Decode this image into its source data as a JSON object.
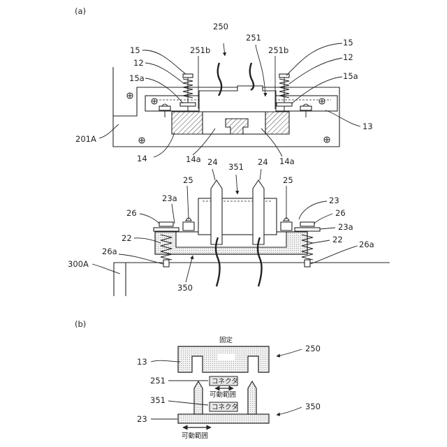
{
  "panels": {
    "a": "(a)",
    "b": "(b)"
  },
  "labels_a_top": {
    "l250": "250",
    "l251": "251",
    "l15_left": "15",
    "l15_right": "15",
    "l12_left": "12",
    "l12_right": "12",
    "l15a_left": "15a",
    "l15a_right": "15a",
    "l251b_left": "251b",
    "l251b_right": "251b",
    "l201A": "201A",
    "l13": "13",
    "l14": "14",
    "l14a_left": "14a",
    "l14a_right": "14a"
  },
  "labels_a_bottom": {
    "l351": "351",
    "l24_left": "24",
    "l24_right": "24",
    "l25_left": "25",
    "l25_right": "25",
    "l23_right": "23",
    "l23a_left": "23a",
    "l23a_right": "23a",
    "l26_left": "26",
    "l26_right": "26",
    "l22_left": "22",
    "l22_right": "22",
    "l26a_left": "26a",
    "l26a_right": "26a",
    "l300A": "300A",
    "l350": "350"
  },
  "labels_b": {
    "fixed": "固定",
    "l250": "250",
    "l13": "13",
    "l251": "251",
    "connector_top": "コネクタ",
    "movable_top": "可動範囲",
    "l351": "351",
    "connector_bottom": "コネクタ",
    "l350": "350",
    "l23": "23",
    "movable_bottom": "可動範囲"
  }
}
